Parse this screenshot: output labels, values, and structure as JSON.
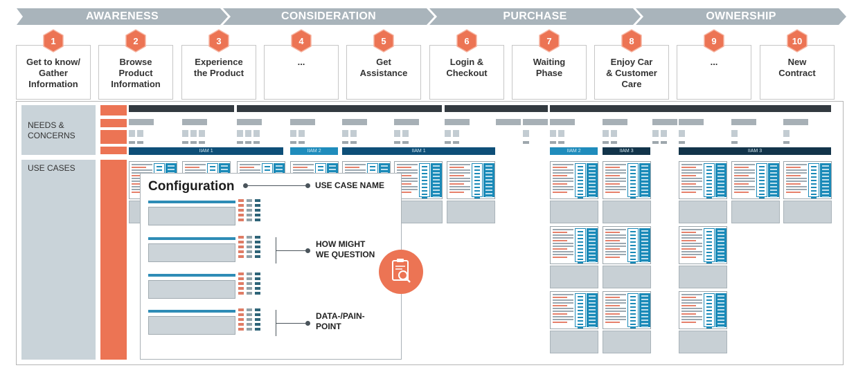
{
  "phases": [
    {
      "label": "AWARENESS"
    },
    {
      "label": "CONSIDERATION"
    },
    {
      "label": "PURCHASE"
    },
    {
      "label": "OWNERSHIP"
    }
  ],
  "steps": [
    {
      "num": "1",
      "label": "Get to know/\nGather\nInformation"
    },
    {
      "num": "2",
      "label": "Browse\nProduct\nInformation"
    },
    {
      "num": "3",
      "label": "Experience\nthe Product"
    },
    {
      "num": "4",
      "label": "..."
    },
    {
      "num": "5",
      "label": "Get\nAssistance"
    },
    {
      "num": "6",
      "label": "Login &\nCheckout"
    },
    {
      "num": "7",
      "label": "Waiting\nPhase"
    },
    {
      "num": "8",
      "label": "Enjoy Car\n& Customer\nCare"
    },
    {
      "num": "9",
      "label": "..."
    },
    {
      "num": "10",
      "label": "New\nContract"
    }
  ],
  "rows": {
    "needs": "NEEDS &\nCONCERNS",
    "use_cases": "USE CASES"
  },
  "iam_tags": [
    "IIAM 1",
    "IIAM 2",
    "IIAM 1",
    "IIAM 2",
    "IIAM 3",
    "IIAM 3"
  ],
  "zoom": {
    "title": "Configuration",
    "use_case_name": "USE CASE NAME",
    "how_might_we": "HOW MIGHT\nWE QUESTION",
    "data_pain_point": "DATA-/PAIN-\nPOINT"
  },
  "colors": {
    "accent_orange": "#ec7454",
    "phase_grey": "#a9b4bb",
    "panel_blue": "#1a8ab8",
    "dark_bar": "#333a40"
  },
  "icons": {
    "step_badge": "hexagon-icon",
    "zoom_badge": "clipboard-magnifier-icon"
  }
}
